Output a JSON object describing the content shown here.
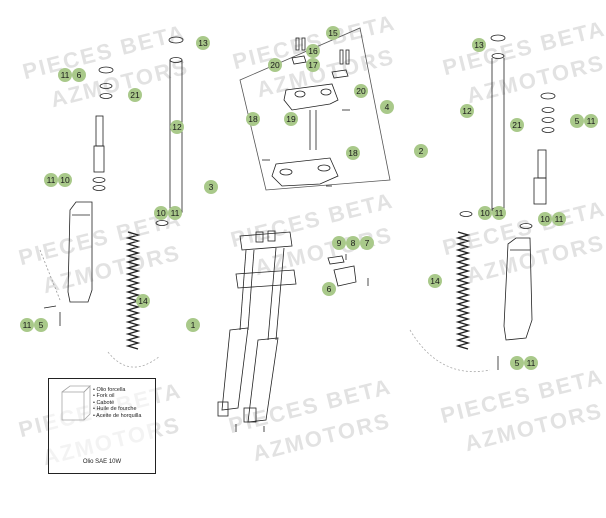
{
  "watermark": {
    "line1": "PIECES BETA",
    "line2": "AZMOTORS"
  },
  "callouts": {
    "c_11a": "11",
    "c_6a": "6",
    "c_21a": "21",
    "c_11b": "11",
    "c_10a": "10",
    "c_11c": "11",
    "c_5a": "5",
    "c_13a": "13",
    "c_12a": "12",
    "c_3": "3",
    "c_10b": "10",
    "c_11d": "11",
    "c_14a": "14",
    "c_15": "15",
    "c_16": "16",
    "c_20a": "20",
    "c_17": "17",
    "c_20b": "20",
    "c_4": "4",
    "c_18a": "18",
    "c_19": "19",
    "c_18b": "18",
    "c_1": "1",
    "c_9": "9",
    "c_8": "8",
    "c_7": "7",
    "c_6b": "6",
    "c_13b": "13",
    "c_12b": "12",
    "c_21b": "21",
    "c_5b": "5",
    "c_11e": "11",
    "c_2": "2",
    "c_10c": "10",
    "c_11f": "11",
    "c_10d": "10",
    "c_11g": "11",
    "c_14b": "14",
    "c_5c": "5",
    "c_11h": "11"
  },
  "oil_box": {
    "legend": [
      "• Olio forcella",
      "• Fork oil",
      "• Caboté",
      "• Huile de fourche",
      "• Aceite de horquilla"
    ],
    "caption": "Olio SAE 10W"
  },
  "colors": {
    "callout": "#a9c98a",
    "line": "#222222",
    "watermark": "#bebebe"
  }
}
